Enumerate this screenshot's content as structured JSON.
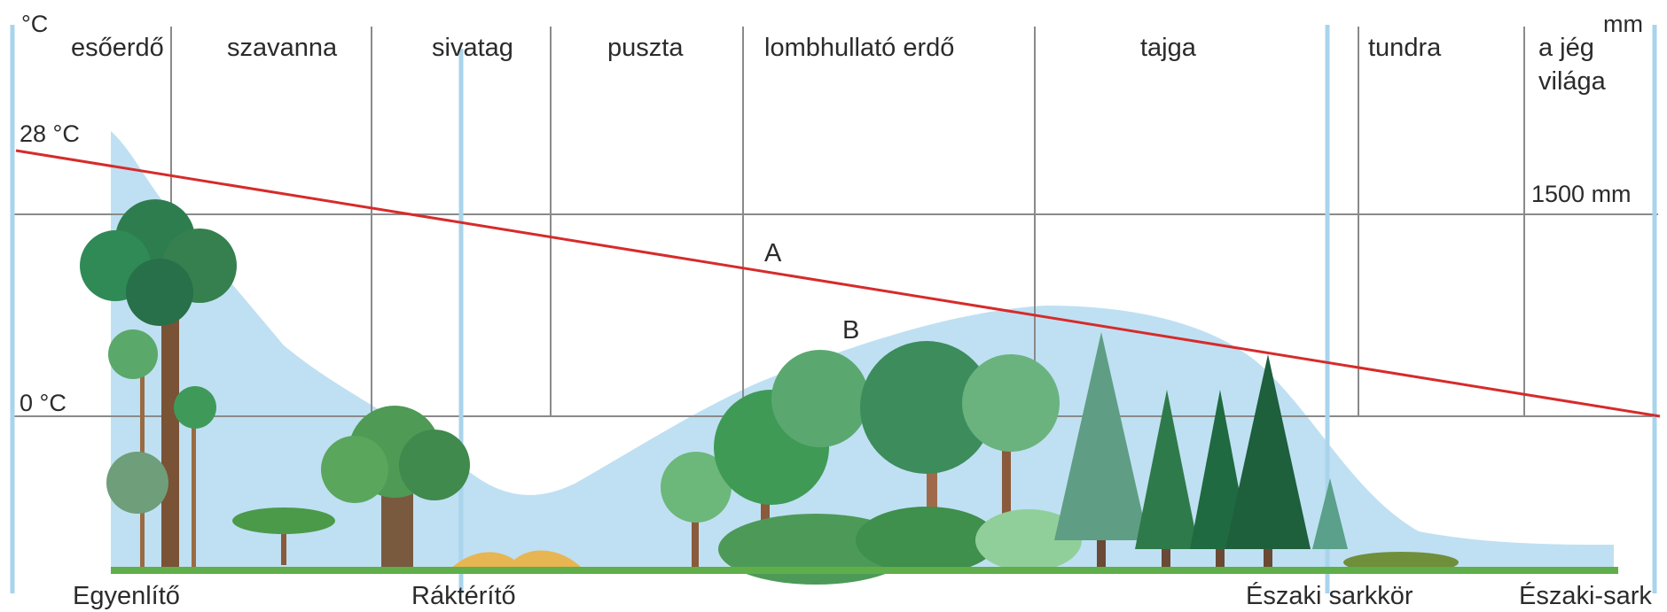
{
  "units": {
    "temperature": "°C",
    "precipitation": "mm"
  },
  "zones": [
    "esőerdő",
    "szavanna",
    "sivatag",
    "puszta",
    "lombhullató erdő",
    "tajga",
    "tundra"
  ],
  "last_zone": [
    "a jég",
    "világa"
  ],
  "left_axis": {
    "top": "28 °C",
    "zero": "0 °C"
  },
  "right_axis": {
    "level": "1500 mm"
  },
  "curve_labels": {
    "temperature": "A",
    "precipitation": "B"
  },
  "latitudes": [
    "Egyenlítő",
    "Ráktérítő",
    "Északi sarkkör",
    "Északi-sark"
  ],
  "colors": {
    "temperature_line": "#d62b2b",
    "precipitation_fill": "#bfe0f2",
    "latitude_line": "#a9d4ec",
    "grid": "#8a8a8a",
    "ground": "#5fae4a"
  }
}
